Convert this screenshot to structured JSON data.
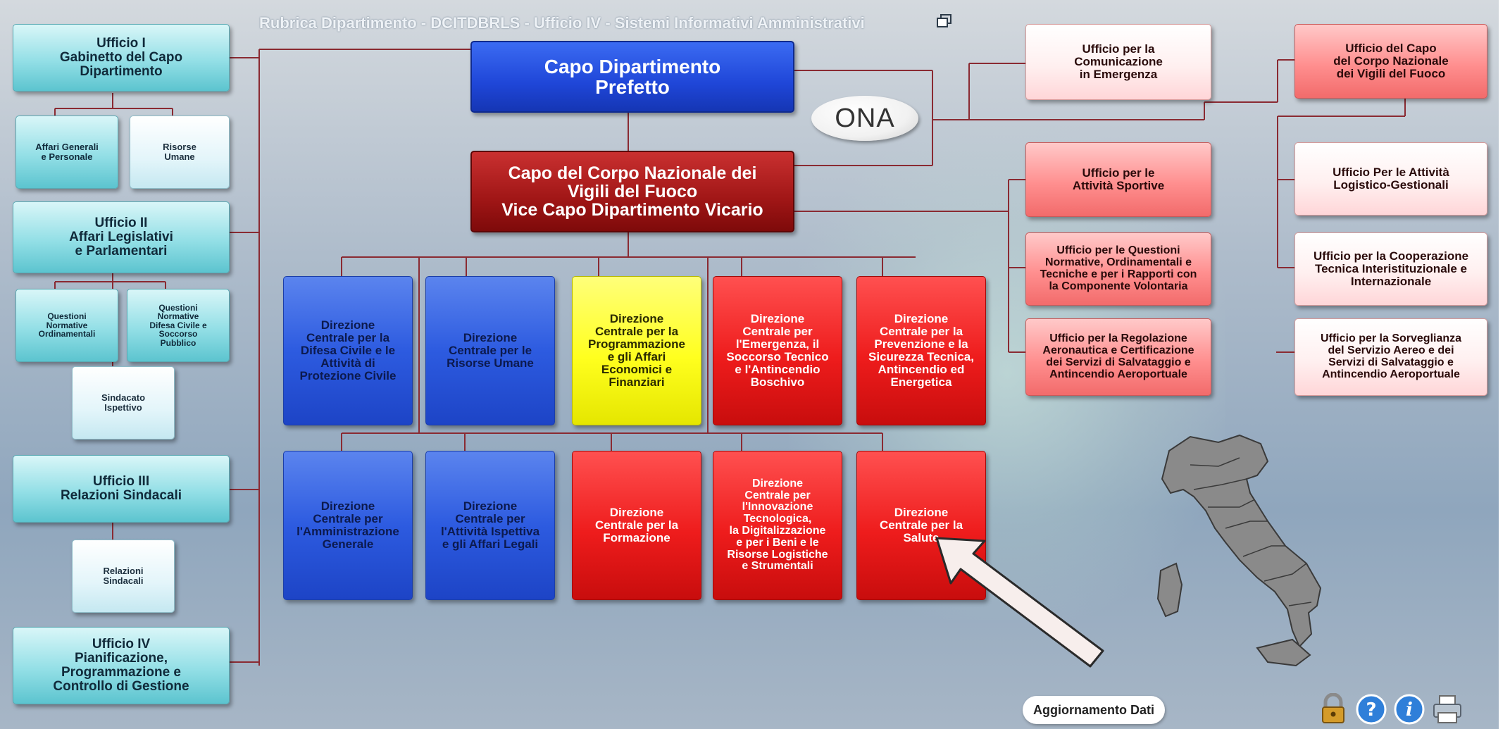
{
  "header": {
    "title": "Rubrica Dipartimento - DCITDBRLS - Ufficio IV - Sistemi Informativi Amministrativi"
  },
  "logo": {
    "text": "ONA"
  },
  "colors": {
    "teal": "#5cc4cf",
    "blue": "#2d5be0",
    "darkred": "#a01616",
    "red": "#ee1c1c",
    "yellow": "#ffff1e",
    "salmon": "#ff8f8f",
    "pink": "#ffd6d8"
  },
  "left": {
    "ufficio1": "Ufficio I\nGabinetto del Capo\nDipartimento",
    "affari_generali": "Affari Generali\ne Personale",
    "risorse_umane": "Risorse\nUmane",
    "ufficio2": "Ufficio II\nAffari Legislativi\ne Parlamentari",
    "questioni_normative": "Questioni\nNormative\nOrdinamentali",
    "questioni_difesa": "Questioni\nNormative\nDifesa Civile e\nSoccorso\nPubblico",
    "sindacato": "Sindacato\nIspettivo",
    "ufficio3": "Ufficio III\nRelazioni Sindacali",
    "relazioni_sindacali": "Relazioni\nSindacali",
    "ufficio4": "Ufficio IV\nPianificazione,\nProgrammazione e\nControllo di Gestione"
  },
  "center": {
    "capo": "Capo Dipartimento\nPrefetto",
    "vice": "Capo del Corpo Nazionale dei\nVigili del Fuoco\nVice Capo Dipartimento Vicario",
    "row1": [
      "Direzione\nCentrale per la\nDifesa Civile e le\nAttività di\nProtezione Civile",
      "Direzione\nCentrale per le\nRisorse Umane",
      "Direzione\nCentrale per la\nProgrammazione\ne gli Affari\nEconomici e\nFinanziari",
      "Direzione\nCentrale per\nl'Emergenza, il\nSoccorso Tecnico\ne l'Antincendio\nBoschivo",
      "Direzione\nCentrale per la\nPrevenzione e la\nSicurezza Tecnica,\nAntincendio ed\nEnergetica"
    ],
    "row2": [
      "Direzione\nCentrale per\nl'Amministrazione\nGenerale",
      "Direzione\nCentrale per\nl'Attività Ispettiva\ne gli Affari Legali",
      "Direzione\nCentrale per la\nFormazione",
      "Direzione\nCentrale per\nl'Innovazione\nTecnologica,\nla Digitalizzazione\ne per i Beni e le\nRisorse Logistiche\ne Strumentali",
      "Direzione\nCentrale per la\nSalute"
    ]
  },
  "right": {
    "comunicazione": "Ufficio per la\nComunicazione\nin Emergenza",
    "sportive": "Ufficio per le\nAttività Sportive",
    "questioni": "Ufficio per le Questioni\nNormative, Ordinamentali e\nTecniche e per i Rapporti con\nla Componente Volontaria",
    "regolazione": "Ufficio per la Regolazione\nAeronautica e Certificazione\ndei Servizi di Salvataggio e\nAntincendio Aeroportuale",
    "capo_corpo": "Ufficio del Capo\ndel Corpo Nazionale\ndei Vigili del Fuoco",
    "logistico": "Ufficio Per le Attività\nLogistico-Gestionali",
    "cooperazione": "Ufficio per la Cooperazione\nTecnica Interistituzionale e\nInternazionale",
    "sorveglianza": "Ufficio per la Sorveglianza\ndel Servizio Aereo e dei\nServizi di Salvataggio e\nAntincendio Aeroportuale"
  },
  "footer": {
    "aggiornamento": "Aggiornamento Dati"
  },
  "toolbar_icons": [
    "lock-icon",
    "help-icon",
    "info-icon",
    "print-icon"
  ]
}
